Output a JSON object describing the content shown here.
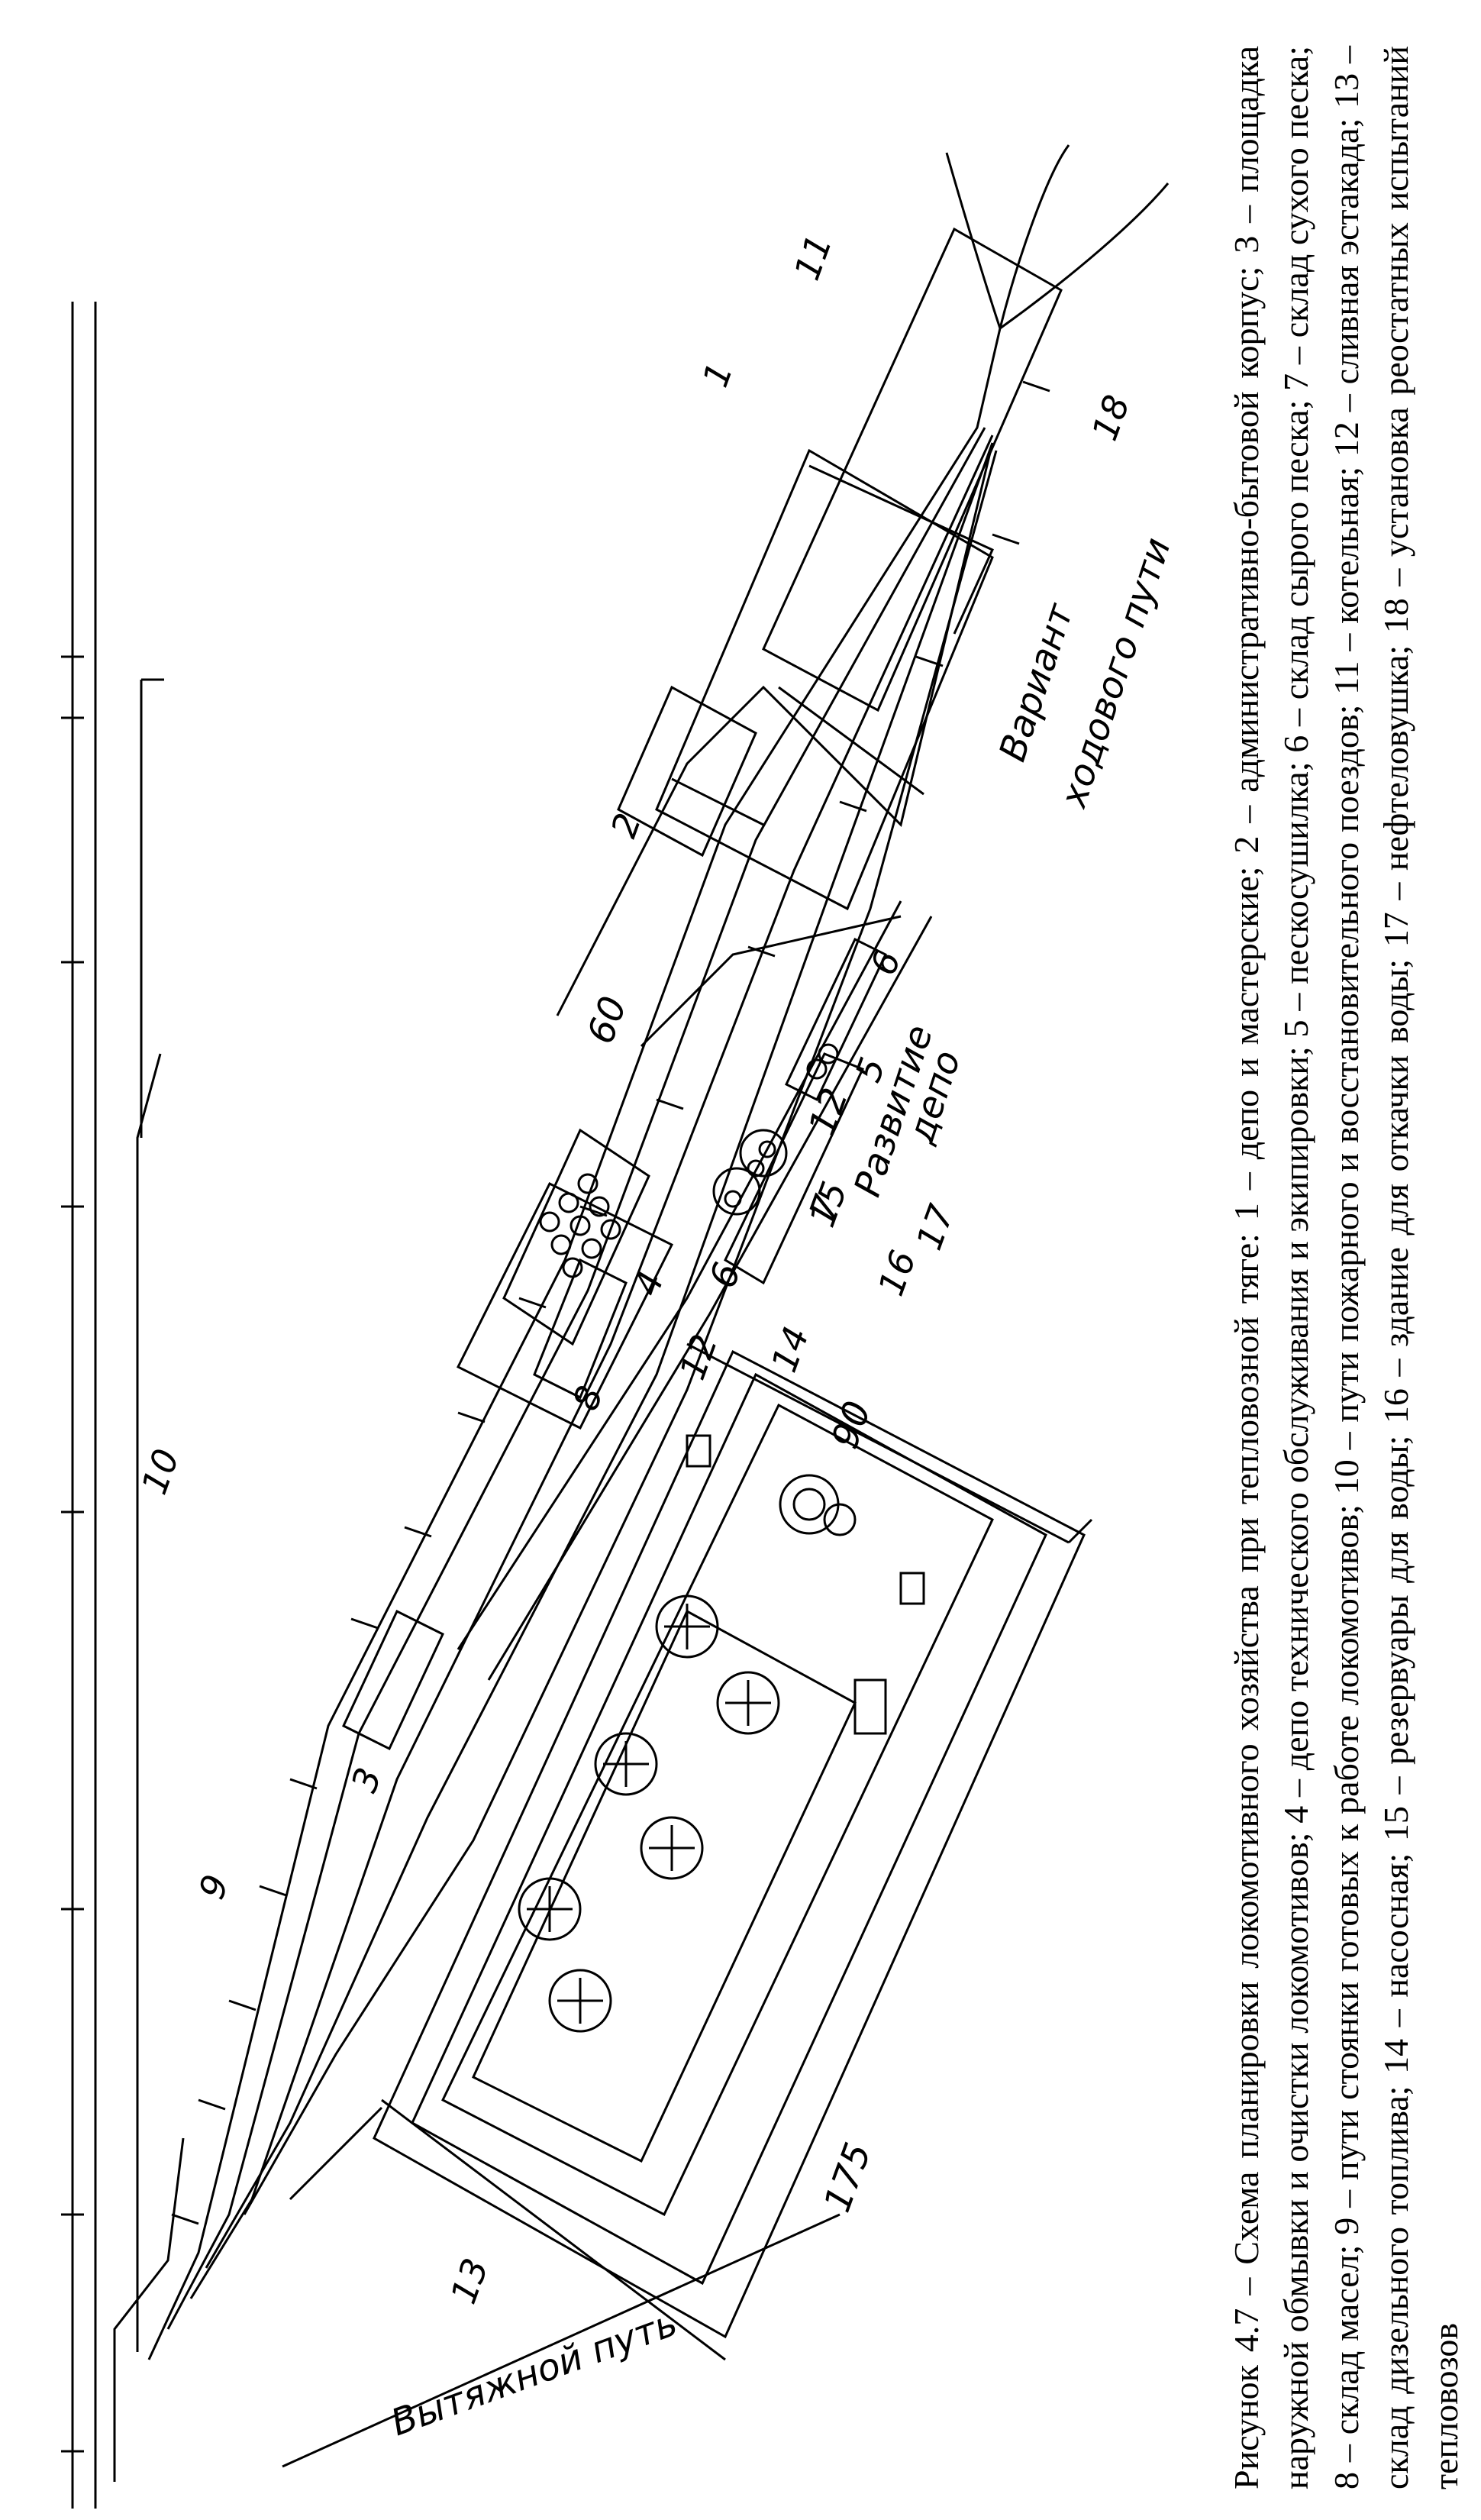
{
  "caption": {
    "figure_label": "Рисунок 4.7",
    "text": "Рисунок 4.7 – Схема планировки локомотивного хозяйства при тепловозной тяге: 1 – депо и мастерские; 2 – административно-бытовой корпус; 3 – площадка наружной обмывки и очистки локомотивов; 4 – депо технического обслуживания и экипировки; 5 – пескосушилка; 6 – склад сырого песка; 7 – склад сухого песка; 8 – склад масел; 9 – пути стоянки готовых к работе локомотивов; 10 – пути пожарного и восстановительного поездов; 11 – котельная; 12 – сливная эстакада; 13 – склад дизельного топлива; 14 – насосная; 15 – резервуары для воды; 16 – здание для откачки воды; 17 – нефтеловушка; 18 – установка реостатных испытаний тепловозов"
  },
  "labels": {
    "vytyazhnoy_put": "Вытяжной путь",
    "razvitie_depo_1": "Развитие",
    "razvitie_depo_2": "депо",
    "variant_1": "Вариант",
    "variant_2": "ходового пути",
    "dim_175": "175",
    "dim_90": "90",
    "dim_60": "60",
    "dim_6": "6",
    "dim_12": "12"
  },
  "callouts": [
    "1",
    "2",
    "3",
    "4",
    "5",
    "6",
    "7",
    "8",
    "9",
    "10",
    "11",
    "12",
    "13",
    "14",
    "15",
    "16",
    "17",
    "18"
  ]
}
